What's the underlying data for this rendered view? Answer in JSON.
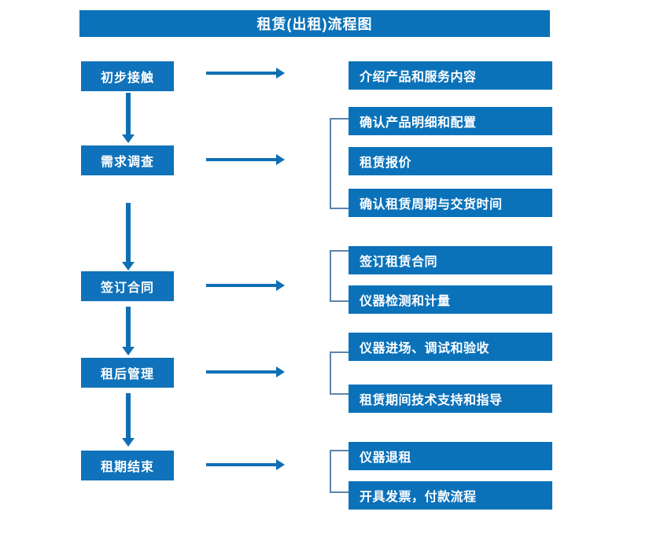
{
  "chart_data": {
    "type": "diagram",
    "diagram_kind": "flowchart",
    "title": "租赁(出租)流程图",
    "orientation": "vertical-stages-with-right-details",
    "accent_color": "#0b72ba",
    "bracket_color": "#5c84ad",
    "arrow_color": "#0f6fb5",
    "text_color": "#ffffff",
    "background": "#ffffff",
    "stages": [
      {
        "id": "stage-1",
        "label": "初步接触",
        "details": [
          "介绍产品和服务内容"
        ],
        "bracketed": false
      },
      {
        "id": "stage-2",
        "label": "需求调查",
        "details": [
          "确认产品明细和配置",
          "租赁报价",
          "确认租赁周期与交货时间"
        ],
        "bracketed": true
      },
      {
        "id": "stage-3",
        "label": "签订合同",
        "details": [
          "签订租赁合同",
          "仪器检测和计量"
        ],
        "bracketed": true
      },
      {
        "id": "stage-4",
        "label": "租后管理",
        "details": [
          "仪器进场、调试和验收",
          "租赁期间技术支持和指导"
        ],
        "bracketed": true
      },
      {
        "id": "stage-5",
        "label": "租期结束",
        "details": [
          "仪器退租",
          "开具发票，付款流程"
        ],
        "bracketed": true
      }
    ]
  },
  "header": {
    "title": "租赁(出租)流程图"
  },
  "stages": {
    "s1": {
      "label": "初步接触"
    },
    "s2": {
      "label": "需求调查"
    },
    "s3": {
      "label": "签订合同"
    },
    "s4": {
      "label": "租后管理"
    },
    "s5": {
      "label": "租期结束"
    }
  },
  "details": {
    "d1_1": {
      "label": "介绍产品和服务内容"
    },
    "d2_1": {
      "label": "确认产品明细和配置"
    },
    "d2_2": {
      "label": "租赁报价"
    },
    "d2_3": {
      "label": "确认租赁周期与交货时间"
    },
    "d3_1": {
      "label": "签订租赁合同"
    },
    "d3_2": {
      "label": "仪器检测和计量"
    },
    "d4_1": {
      "label": "仪器进场、调试和验收"
    },
    "d4_2": {
      "label": "租赁期间技术支持和指导"
    },
    "d5_1": {
      "label": "仪器退租"
    },
    "d5_2": {
      "label": "开具发票，付款流程"
    }
  }
}
